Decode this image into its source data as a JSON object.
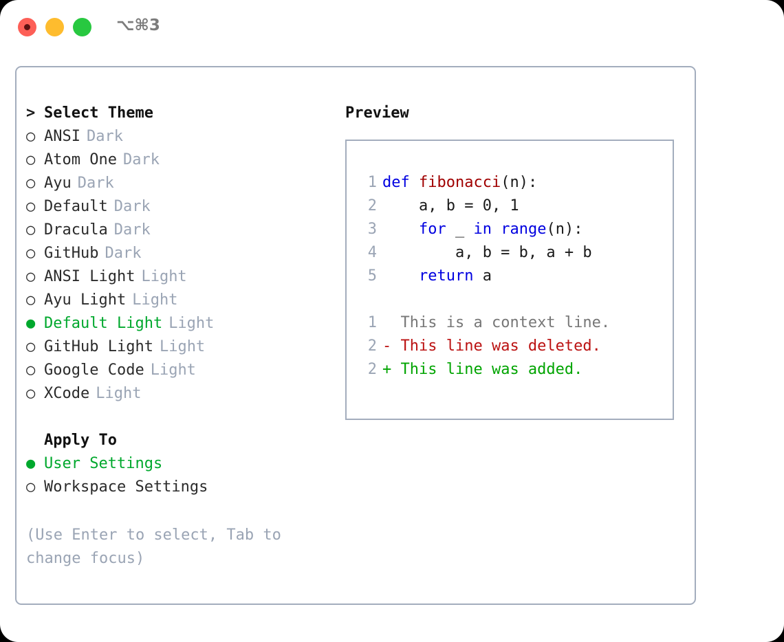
{
  "titlebar": {
    "shortcut": "⌥⌘3",
    "buttons": [
      {
        "name": "close",
        "color": "#fd5f57"
      },
      {
        "name": "minimize",
        "color": "#febc2e"
      },
      {
        "name": "maximize",
        "color": "#28c840"
      }
    ]
  },
  "colors": {
    "accent_green": "#00a82d",
    "muted": "#9aa4b4",
    "border": "#a3adbd",
    "keyword_blue": "#0000e0",
    "function_red": "#a00000",
    "diff_add": "#00a400",
    "diff_del": "#bb1212"
  },
  "theme_picker": {
    "header": "Select Theme",
    "header_marker": ">",
    "items": [
      {
        "marker": "○",
        "name": "ANSI",
        "tag": "Dark",
        "selected": false
      },
      {
        "marker": "○",
        "name": "Atom One",
        "tag": "Dark",
        "selected": false
      },
      {
        "marker": "○",
        "name": "Ayu",
        "tag": "Dark",
        "selected": false
      },
      {
        "marker": "○",
        "name": "Default",
        "tag": "Dark",
        "selected": false
      },
      {
        "marker": "○",
        "name": "Dracula",
        "tag": "Dark",
        "selected": false
      },
      {
        "marker": "○",
        "name": "GitHub",
        "tag": "Dark",
        "selected": false
      },
      {
        "marker": "○",
        "name": "ANSI Light",
        "tag": "Light",
        "selected": false
      },
      {
        "marker": "○",
        "name": "Ayu Light",
        "tag": "Light",
        "selected": false
      },
      {
        "marker": "●",
        "name": "Default Light",
        "tag": "Light",
        "selected": true
      },
      {
        "marker": "○",
        "name": "GitHub Light",
        "tag": "Light",
        "selected": false
      },
      {
        "marker": "○",
        "name": "Google Code",
        "tag": "Light",
        "selected": false
      },
      {
        "marker": "○",
        "name": "XCode",
        "tag": "Light",
        "selected": false
      }
    ]
  },
  "apply_to": {
    "header": "Apply To",
    "items": [
      {
        "marker": "●",
        "name": "User Settings",
        "selected": true
      },
      {
        "marker": "○",
        "name": "Workspace Settings",
        "selected": false
      }
    ]
  },
  "hint": "(Use Enter to select, Tab to change focus)",
  "preview": {
    "title": "Preview",
    "code_lines": [
      {
        "num": "1",
        "tokens": [
          {
            "t": "def ",
            "c": "kw"
          },
          {
            "t": "fibonacci",
            "c": "fn"
          },
          {
            "t": "(n):",
            "c": "pl"
          }
        ]
      },
      {
        "num": "2",
        "tokens": [
          {
            "t": "    a, b = 0, 1",
            "c": "pl"
          }
        ]
      },
      {
        "num": "3",
        "tokens": [
          {
            "t": "    ",
            "c": "pl"
          },
          {
            "t": "for",
            "c": "kw"
          },
          {
            "t": " _ ",
            "c": "pl"
          },
          {
            "t": "in",
            "c": "kw"
          },
          {
            "t": " ",
            "c": "pl"
          },
          {
            "t": "range",
            "c": "kw"
          },
          {
            "t": "(n):",
            "c": "pl"
          }
        ]
      },
      {
        "num": "4",
        "tokens": [
          {
            "t": "        a, b = b, a + b",
            "c": "pl"
          }
        ]
      },
      {
        "num": "5",
        "tokens": [
          {
            "t": "    ",
            "c": "pl"
          },
          {
            "t": "return",
            "c": "kw"
          },
          {
            "t": " a",
            "c": "pl"
          }
        ]
      }
    ],
    "diff_lines": [
      {
        "num": "1",
        "sign": "  ",
        "text": "This is a context line.",
        "kind": "ctx"
      },
      {
        "num": "2",
        "sign": "- ",
        "text": "This line was deleted.",
        "kind": "del"
      },
      {
        "num": "2",
        "sign": "+ ",
        "text": "This line was added.",
        "kind": "add"
      }
    ]
  }
}
